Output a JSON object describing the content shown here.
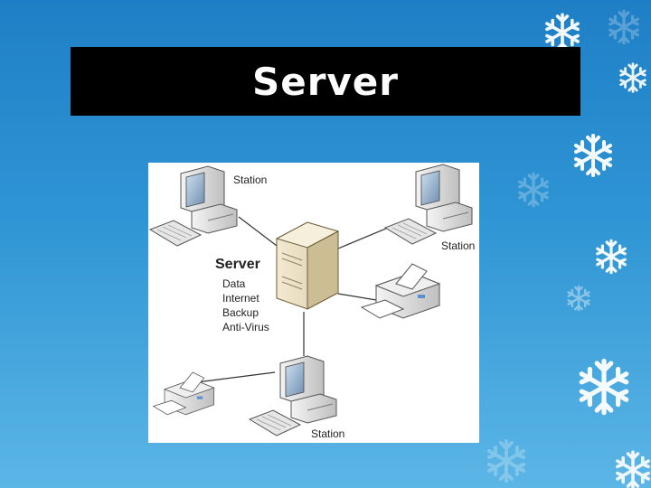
{
  "slide": {
    "title": "Server"
  },
  "diagram": {
    "server": {
      "label": "Server",
      "roles": [
        "Data",
        "Internet",
        "Backup",
        "Anti-Virus"
      ]
    },
    "stations": [
      {
        "label": "Station"
      },
      {
        "label": "Station"
      },
      {
        "label": "Station"
      }
    ],
    "printers": 2
  },
  "colors": {
    "background_top": "#1f7fc6",
    "background_bottom": "#5cb6e6",
    "title_bar": "#000000",
    "title_text": "#ffffff"
  }
}
